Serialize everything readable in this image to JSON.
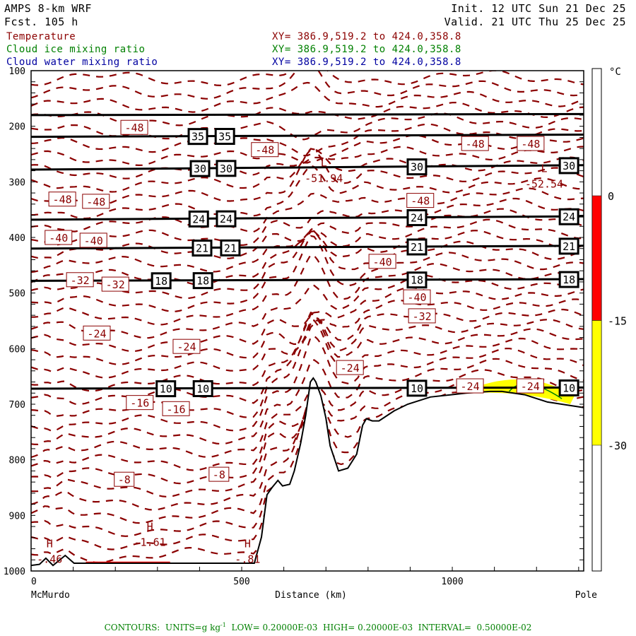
{
  "header": {
    "title": "AMPS 8-km WRF",
    "forecast": "Fcst. 105 h",
    "init": "Init. 12 UTC Sun 21 Dec 25",
    "valid": "Valid. 21 UTC Thu 25 Dec 25"
  },
  "legend": [
    {
      "label": "Temperature",
      "xy": "XY= 386.9,519.2 to 424.0,358.8",
      "color": "#8b0000"
    },
    {
      "label": "Cloud ice mixing ratio",
      "xy": "XY= 386.9,519.2 to 424.0,358.8",
      "color": "#008000"
    },
    {
      "label": "Cloud water mixing ratio",
      "xy": "XY= 386.9,519.2 to 424.0,358.8",
      "color": "#0000a0"
    }
  ],
  "footer": {
    "prefix": "CONTOURS:  UNITS=g kg",
    "sup": "-1",
    "suffix": "  LOW= 0.20000E-03  HIGH= 0.20000E-03  INTERVAL=  0.50000E-02"
  },
  "chart_data": {
    "type": "contour",
    "x_axis": {
      "label": "Distance (km)",
      "range": [
        0,
        1312
      ],
      "ticks": [
        0,
        500,
        1000
      ],
      "start_label": "McMurdo",
      "end_label": "Pole"
    },
    "y_axis": {
      "range": [
        100,
        1000
      ],
      "ticks": [
        100,
        200,
        300,
        400,
        500,
        600,
        700,
        800,
        900,
        1000
      ],
      "inverted": true
    },
    "colorbar": {
      "unit": "°C",
      "tick_labels": [
        "0",
        "-15",
        "-30"
      ],
      "bands": [
        {
          "from": 0,
          "to": -15,
          "color": "#ff0000"
        },
        {
          "from": -15,
          "to": -30,
          "color": "#ffff00"
        }
      ]
    },
    "terrain_km_hpa": [
      [
        0,
        990
      ],
      [
        20,
        988
      ],
      [
        35,
        977
      ],
      [
        52,
        990
      ],
      [
        81,
        972
      ],
      [
        102,
        986
      ],
      [
        300,
        986
      ],
      [
        530,
        986
      ],
      [
        547,
        939
      ],
      [
        560,
        863
      ],
      [
        572,
        850
      ],
      [
        586,
        837
      ],
      [
        597,
        847
      ],
      [
        614,
        844
      ],
      [
        625,
        820
      ],
      [
        640,
        770
      ],
      [
        652,
        720
      ],
      [
        663,
        660
      ],
      [
        670,
        653
      ],
      [
        676,
        660
      ],
      [
        688,
        685
      ],
      [
        700,
        725
      ],
      [
        710,
        775
      ],
      [
        730,
        820
      ],
      [
        752,
        815
      ],
      [
        773,
        790
      ],
      [
        787,
        738
      ],
      [
        796,
        726
      ],
      [
        810,
        730
      ],
      [
        826,
        730
      ],
      [
        862,
        712
      ],
      [
        894,
        700
      ],
      [
        948,
        687
      ],
      [
        1033,
        680
      ],
      [
        1090,
        677
      ],
      [
        1118,
        677
      ],
      [
        1172,
        683
      ],
      [
        1226,
        696
      ],
      [
        1312,
        706
      ]
    ],
    "height_lines": [
      {
        "label": "",
        "hpa": [
          180,
          178
        ],
        "label_km": []
      },
      {
        "label": "35",
        "hpa": [
          219,
          215
        ],
        "label_km": [
          396,
          460
        ]
      },
      {
        "label": "30",
        "hpa": [
          278,
          270
        ],
        "label_km": [
          401,
          463,
          916,
          1277
        ]
      },
      {
        "label": "24",
        "hpa": [
          368,
          362
        ],
        "label_km": [
          398,
          463,
          916,
          1277
        ]
      },
      {
        "label": "21",
        "hpa": [
          420,
          415
        ],
        "label_km": [
          406,
          473,
          916,
          1277
        ]
      },
      {
        "label": "18",
        "hpa": [
          478,
          475
        ],
        "label_km": [
          309,
          408,
          916,
          1277
        ]
      },
      {
        "label": "10",
        "hpa": [
          672,
          670
        ],
        "label_km": [
          320,
          408,
          916,
          1277
        ]
      }
    ],
    "temperature_labels": [
      {
        "value": "-48",
        "km": 245,
        "hpa": 202
      },
      {
        "value": "-48",
        "km": 555,
        "hpa": 242
      },
      {
        "value": "-48",
        "km": 74,
        "hpa": 331
      },
      {
        "value": "-48",
        "km": 154,
        "hpa": 335
      },
      {
        "value": "-40",
        "km": 65,
        "hpa": 400
      },
      {
        "value": "-40",
        "km": 148,
        "hpa": 405
      },
      {
        "value": "-32",
        "km": 116,
        "hpa": 476
      },
      {
        "value": "-32",
        "km": 200,
        "hpa": 484
      },
      {
        "value": "-24",
        "km": 156,
        "hpa": 572
      },
      {
        "value": "-24",
        "km": 369,
        "hpa": 596
      },
      {
        "value": "-16",
        "km": 258,
        "hpa": 697
      },
      {
        "value": "-16",
        "km": 344,
        "hpa": 708
      },
      {
        "value": "-8",
        "km": 221,
        "hpa": 835
      },
      {
        "value": "-8",
        "km": 446,
        "hpa": 826
      },
      {
        "value": "-48",
        "km": 924,
        "hpa": 369
      },
      {
        "value": "-40",
        "km": 834,
        "hpa": 443
      },
      {
        "value": "-40",
        "km": 916,
        "hpa": 451
      },
      {
        "value": "-32",
        "km": 928,
        "hpa": 541
      },
      {
        "value": "-24",
        "km": 757,
        "hpa": 634
      },
      {
        "value": "-48",
        "km": 1054,
        "hpa": 231
      },
      {
        "value": "-48",
        "km": 1186,
        "hpa": 231
      },
      {
        "value": "-24",
        "km": 1042,
        "hpa": 667
      },
      {
        "value": "-24",
        "km": 1185,
        "hpa": 667
      }
    ],
    "extrema": [
      {
        "type": "L",
        "value": "-51.94",
        "km": 695,
        "hpa": 290
      },
      {
        "type": "L",
        "value": "-52.54",
        "km": 1218,
        "hpa": 300
      },
      {
        "type": "H",
        "value": "-1.61",
        "km": 282,
        "hpa": 945
      },
      {
        "type": "H",
        "value": "-.46",
        "km": 44,
        "hpa": 975
      },
      {
        "type": "H",
        "value": "-.81",
        "km": 514,
        "hpa": 975
      }
    ]
  }
}
